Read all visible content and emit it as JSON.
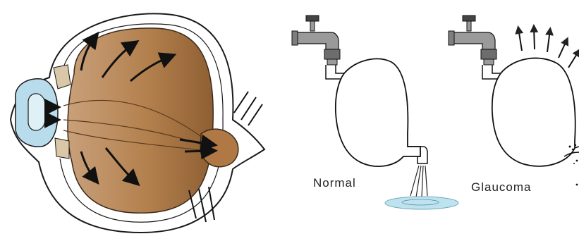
{
  "labels": {
    "normal": "Normal",
    "glaucoma": "Glaucoma"
  },
  "colors": {
    "background": "#ffffff",
    "outline": "#1a1a1a",
    "eye_fill": "#b4834f",
    "eye_fill_dark": "#8a5a2e",
    "lens_fill": "#b8dcec",
    "faucet_gray": "#9a9a9a",
    "puddle": "#bfe3ee"
  },
  "panels": [
    {
      "name": "eye-cross-section"
    },
    {
      "name": "normal-model",
      "label_key": "normal"
    },
    {
      "name": "glaucoma-model",
      "label_key": "glaucoma"
    }
  ]
}
